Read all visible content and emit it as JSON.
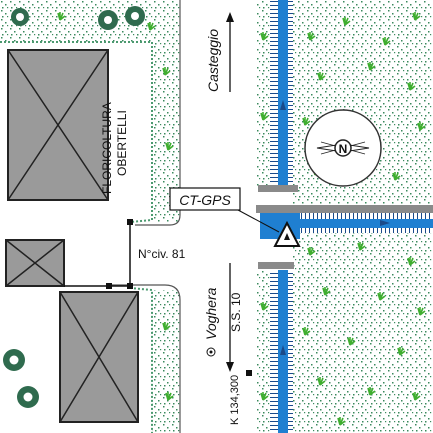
{
  "map": {
    "business_name_line1": "FLORICOLTURA",
    "business_name_line2": "OBERTELLI",
    "direction_north_label": "Casteggio",
    "direction_south_label": "Voghera",
    "road_label": "S.S. 10",
    "civic_number": "N°civ. 81",
    "station_label": "CT-GPS",
    "kilometer_marker": "K 134,300",
    "compass_letter": "N"
  },
  "icons": {
    "station": "triangle-marker-icon",
    "compass": "compass-rose-icon",
    "trees": "tree-icon",
    "grass": "grass-tuft-icon",
    "arrows": "direction-arrow-icon"
  },
  "colors": {
    "water_blue": "#1f7fd1",
    "canal_dark": "#1a4a8a",
    "building_fill": "#9a9a9a",
    "grass_green": "#3fae2f",
    "tree_green": "#2f6b4e",
    "road_edge_gray": "#8a8a8a",
    "dotted_green": "#4c9a70"
  }
}
